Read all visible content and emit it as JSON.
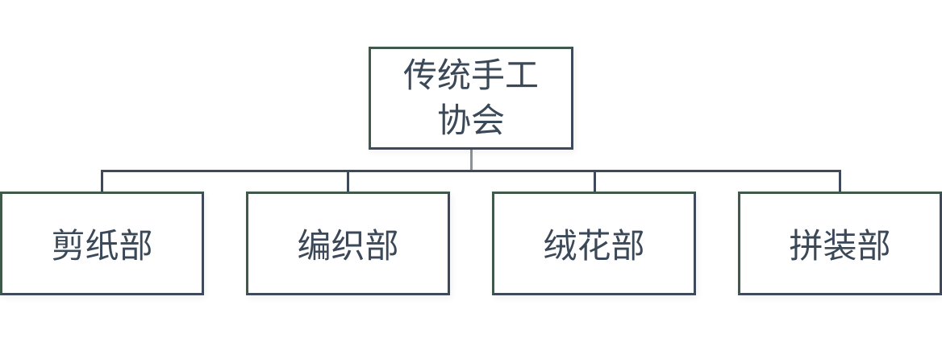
{
  "root": {
    "label": "传统手工协会"
  },
  "children": [
    {
      "label": "剪纸部"
    },
    {
      "label": "编织部"
    },
    {
      "label": "绒花部"
    },
    {
      "label": "拼装部"
    }
  ],
  "colors": {
    "border": "#3f5a4a",
    "connector": "#3e4a5c",
    "text": "#3b4858"
  }
}
